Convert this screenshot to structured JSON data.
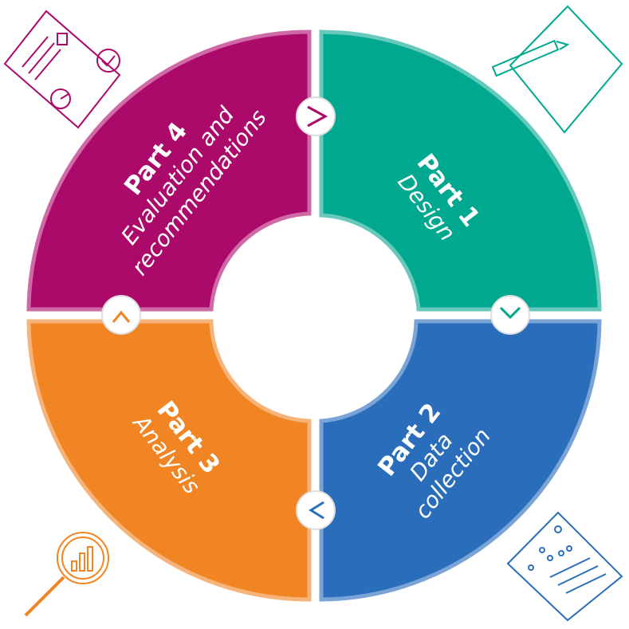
{
  "colors": {
    "part1": "#00a890",
    "part2": "#2a6ebb",
    "part3": "#f28523",
    "part4": "#ab0a6b",
    "part1_border": "#66c9bb",
    "part2_border": "#7ba4d6",
    "part3_border": "#f7b47a",
    "part4_border": "#cf6aa6"
  },
  "segments": {
    "part1": {
      "number": "Part 1",
      "name": "Design"
    },
    "part2": {
      "number": "Part 2",
      "name_line1": "Data",
      "name_line2": "collection"
    },
    "part3": {
      "number": "Part 3",
      "name": "Analysis"
    },
    "part4": {
      "number": "Part 4",
      "name_line1": "Evaluation and",
      "name_line2": "recommendations"
    }
  },
  "connectors": [
    {
      "icon": "chevron-right-icon",
      "between": "Part 4 → Part 1"
    },
    {
      "icon": "chevron-down-icon",
      "between": "Part 1 → Part 2"
    },
    {
      "icon": "chevron-left-icon",
      "between": "Part 2 → Part 3"
    },
    {
      "icon": "chevron-up-icon",
      "between": "Part 3 → Part 4"
    }
  ],
  "icons": {
    "part1": "pencil-paper-icon",
    "part2": "people-document-icon",
    "part3": "magnifier-chart-icon",
    "part4": "report-checkmark-icon"
  }
}
